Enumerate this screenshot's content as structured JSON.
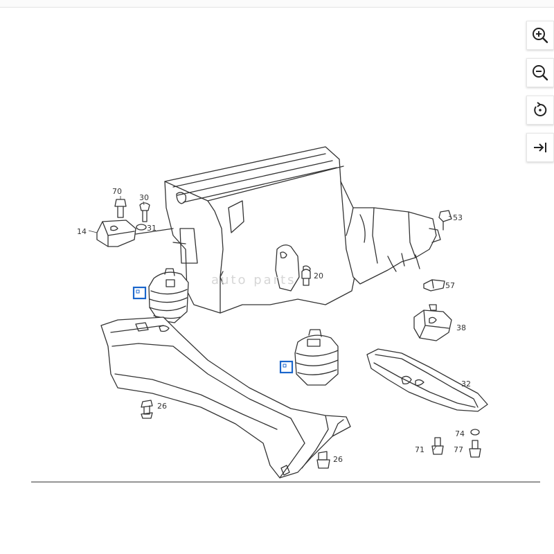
{
  "toolbar": {
    "buttons": [
      {
        "name": "zoom-in-button",
        "icon": "zoom-in-icon"
      },
      {
        "name": "zoom-out-button",
        "icon": "zoom-out-icon"
      },
      {
        "name": "reset-rotate-button",
        "icon": "rotate-reset-icon"
      },
      {
        "name": "expand-button",
        "icon": "arrow-to-right-icon"
      }
    ]
  },
  "watermark": "auto  parts",
  "callouts": {
    "c70": "70",
    "c30": "30",
    "c31": "31",
    "c14": "14",
    "c53": "53",
    "c20": "20",
    "c57": "57",
    "c38": "38",
    "c32": "32",
    "c26a": "26",
    "c26b": "26",
    "c74": "74",
    "c71": "71",
    "c77": "77"
  },
  "colors": {
    "line": "#333333",
    "hotspot": "#1a66cc"
  }
}
